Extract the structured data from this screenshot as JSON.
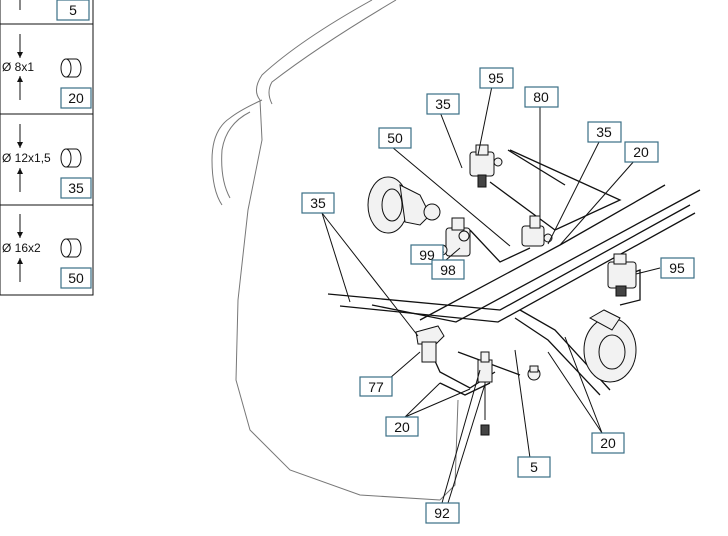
{
  "legend": {
    "rows": [
      {
        "size": "",
        "qty": "5"
      },
      {
        "size": "Ø 8x1",
        "qty": "20"
      },
      {
        "size": "Ø 12x1,5",
        "qty": "35"
      },
      {
        "size": "Ø 16x2",
        "qty": "50"
      }
    ]
  },
  "callouts": {
    "c95a": "95",
    "c35a": "35",
    "c80": "80",
    "c50": "50",
    "c35b": "35",
    "c20a": "20",
    "c35c": "35",
    "c99": "99",
    "c98": "98",
    "c95b": "95",
    "c77": "77",
    "c20b": "20",
    "c5": "5",
    "c20c": "20",
    "c92": "92"
  }
}
